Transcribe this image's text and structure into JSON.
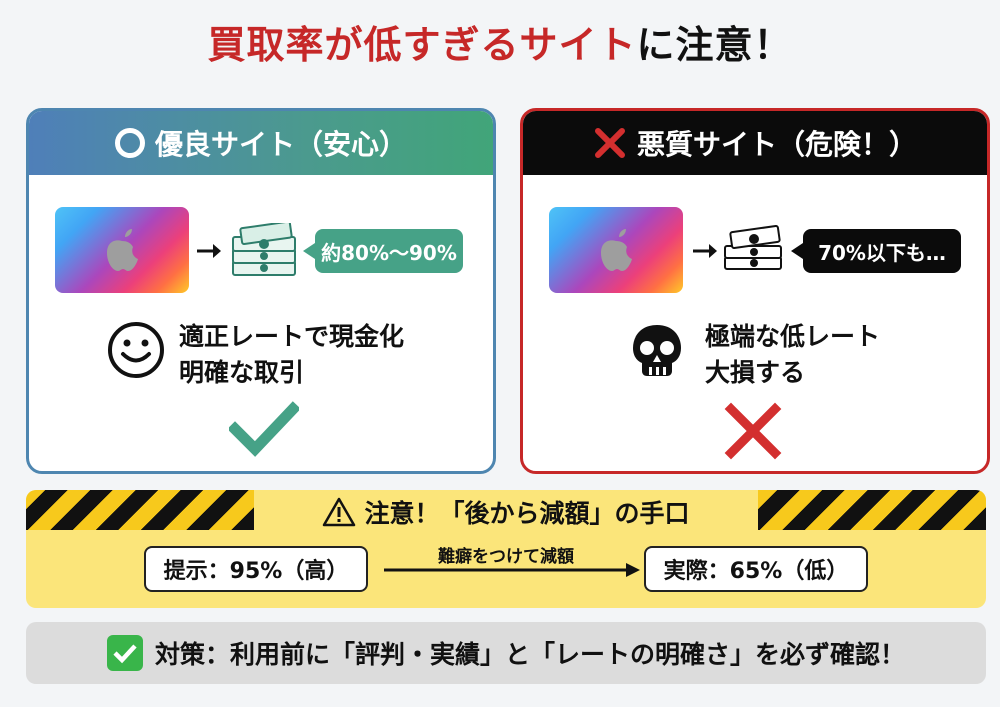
{
  "title": {
    "highlight": "買取率が低すぎるサイト",
    "rest": "に注意！"
  },
  "good": {
    "heading": "優良サイト（安心）",
    "rate": "約80%〜90%",
    "desc_line1": "適正レートで現金化",
    "desc_line2": "明確な取引",
    "colors": {
      "header_start": "#4f7fb9",
      "header_end": "#41a579",
      "bubble": "#46a287",
      "check": "#46a287"
    },
    "icons": [
      "circle-icon",
      "gift-card-icon",
      "arrow-right-icon",
      "cash-stack-icon",
      "smiley-icon",
      "checkmark-icon"
    ]
  },
  "bad": {
    "heading": "悪質サイト（危険！）",
    "rate": "70%以下も…",
    "desc_line1": "極端な低レート",
    "desc_line2": "大損する",
    "colors": {
      "header": "#0b0b0b",
      "border": "#c62828",
      "cross": "#d32f2f"
    },
    "icons": [
      "cross-icon",
      "gift-card-icon",
      "arrow-right-icon",
      "cash-stack-icon",
      "skull-icon",
      "cross-icon"
    ]
  },
  "warning": {
    "title": "注意！「後から減額」の手口",
    "presented": "提示：95%（高）",
    "flow_label": "難癖をつけて減額",
    "actual": "実際：65%（低）",
    "colors": {
      "background": "#fbe57a",
      "stripe": "#111111"
    }
  },
  "tip": {
    "text": "対策：利用前に「評判・実績」と「レートの明確さ」を必ず確認！",
    "colors": {
      "check": "#39b54a"
    }
  }
}
